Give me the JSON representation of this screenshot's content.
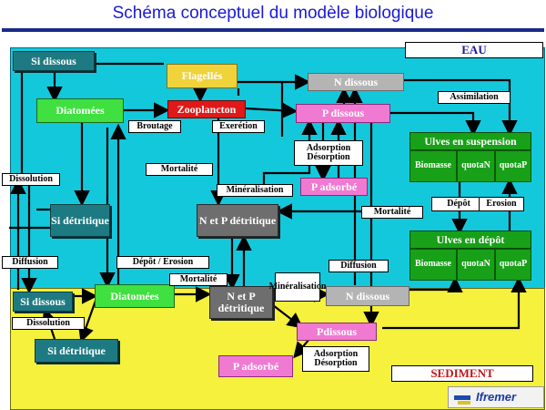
{
  "title": "Schéma conceptuel du modèle biologique",
  "zones": {
    "water": "EAU",
    "sediment": "SEDIMENT"
  },
  "compartments": {
    "si_dissous_water": "Si dissous",
    "flagelles": "Flagellés",
    "diatomees_water": "Diatomées",
    "zooplancton": "Zooplancton",
    "n_dissous_water": "N dissous",
    "p_dissous_water": "P dissous",
    "p_adsorbe_water": "P adsorbé",
    "si_detritique_water": "Si détritique",
    "np_detritique_water": "N et P détritique",
    "si_dissous_sed": "Si dissous",
    "diatomees_sed": "Diatomées",
    "np_detritique_sed": "N et P détritique",
    "n_dissous_sed": "N dissous",
    "p_dissous_sed": "Pdissous",
    "si_detritique_sed": "Si détritique",
    "p_adsorbe_sed": "P adsorbé"
  },
  "ulves": {
    "suspension": {
      "title": "Ulves en suspension",
      "cells": [
        "Biomasse",
        "quotaN",
        "quotaP"
      ]
    },
    "depot": {
      "title": "Ulves en dépôt",
      "cells": [
        "Biomasse",
        "quotaN",
        "quotaP"
      ]
    }
  },
  "processes": {
    "assimilation": "Assimilation",
    "broutage": "Broutage",
    "excretion": "Exerétion",
    "adsorption_water": "Adsorption Désorption",
    "mortalite_1": "Mortalité",
    "mineralisation_1": "Minéralisation",
    "depot": "Dépôt",
    "erosion": "Erosion",
    "mortalite_2": "Mortalité",
    "dissolution_1": "Dissolution",
    "diffusion_1": "Diffusion",
    "depot_erosion": "Dépôt / Erosion",
    "diffusion_2": "Diffusion",
    "mortalite_3": "Mortalité",
    "mineralisation_2": "Minéralisation",
    "dissolution_2": "Dissolution",
    "adsorption_sed": "Adsorption Désorption"
  },
  "logo": {
    "text": "Ifremer"
  },
  "colors": {
    "water": "#14c8dc",
    "sediment": "#f5f13c",
    "title": "#1a1ad6",
    "teal": "#1e7a82",
    "green": "#3fe03f",
    "grey": "#6e6e6e",
    "pink": "#f07ad2",
    "red": "#e01818",
    "ulves": "#18a018"
  }
}
